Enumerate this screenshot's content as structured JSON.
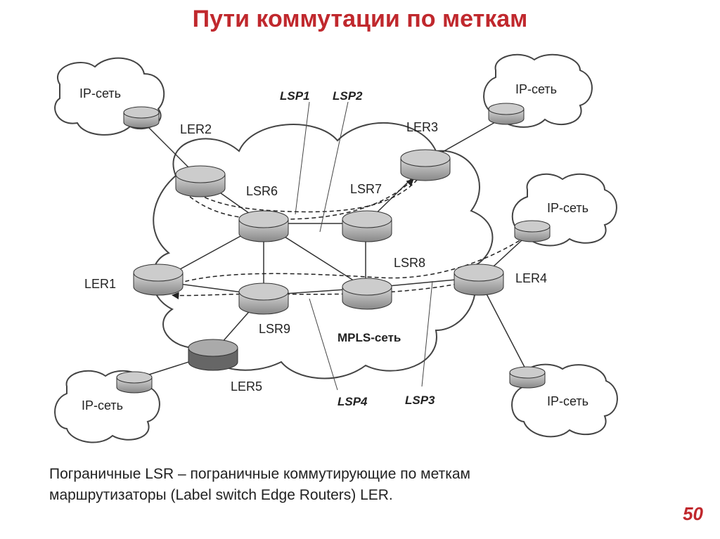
{
  "title": "Пути коммутации по меткам",
  "diagram": {
    "ip_networks": [
      "IP-сеть",
      "IP-сеть",
      "IP-сеть",
      "IP-сеть",
      "IP-сеть"
    ],
    "mpls_label": "MPLS-сеть",
    "edge_routers": [
      "LER1",
      "LER2",
      "LER3",
      "LER4",
      "LER5"
    ],
    "core_routers": [
      "LSR6",
      "LSR7",
      "LSR8",
      "LSR9"
    ],
    "paths": [
      "LSP1",
      "LSP2",
      "LSP3",
      "LSP4"
    ]
  },
  "caption_line1": "Пограничные LSR – пограничные коммутирующие по меткам",
  "caption_line2": "маршрутизаторы (Label switch Edge Routers) LER.",
  "page_number": "50"
}
